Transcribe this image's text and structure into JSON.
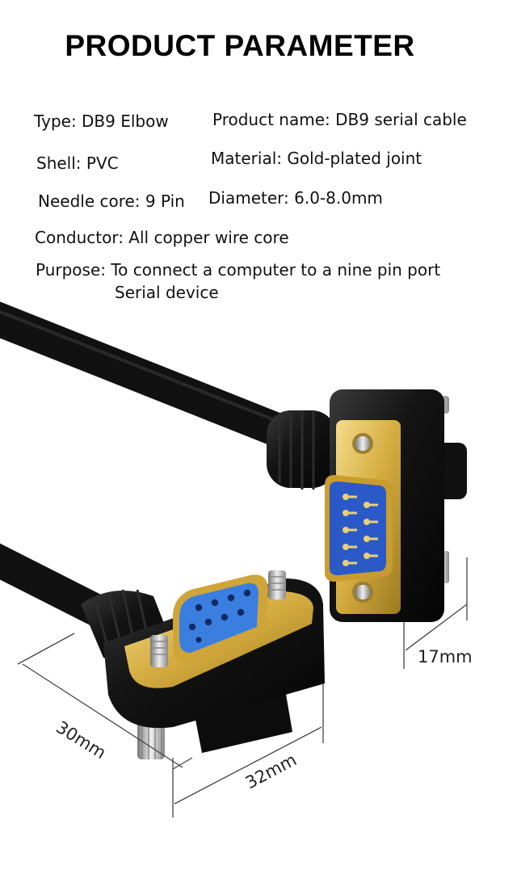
{
  "title": "PRODUCT PARAMETER",
  "params": {
    "type": "Type: DB9 Elbow",
    "product_name": "Product name: DB9 serial cable",
    "shell": "Shell: PVC",
    "material": "Material: Gold-plated joint",
    "needle_core": "Needle core: 9 Pin",
    "diameter": "Diameter: 6.0-8.0mm",
    "conductor": "Conductor: All copper wire core",
    "purpose_line1": "Purpose: To connect a computer to a nine pin port",
    "purpose_line2": "Serial device"
  },
  "dimensions": {
    "height": "17mm",
    "depth": "30mm",
    "width": "32mm"
  },
  "colors": {
    "cable": "#141414",
    "gold": "#d8b44a",
    "pin_blue": "#2c59c8",
    "socket_blue": "#3a7fe0"
  }
}
